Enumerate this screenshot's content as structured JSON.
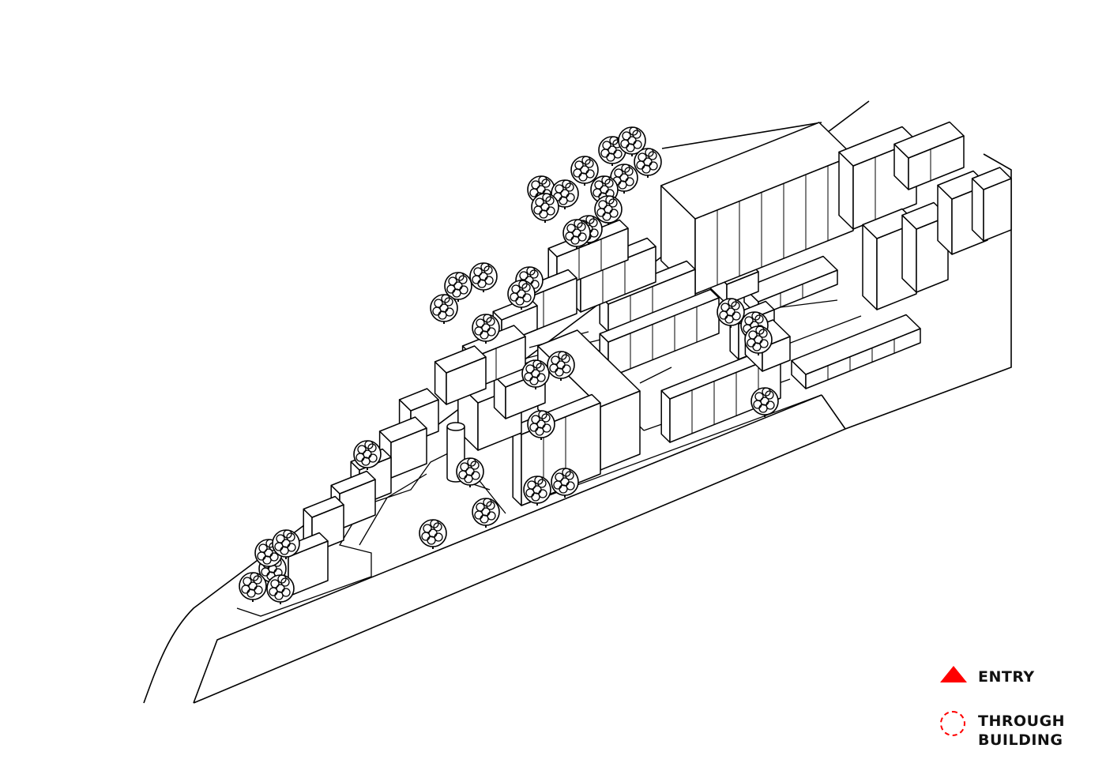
{
  "legend": {
    "entry_label": "ENTRY",
    "entry_icon": "red-triangle",
    "through_label_1": "THROUGH",
    "through_label_2": "BUILDING",
    "through_icon": "red-dashed-circle"
  },
  "colors": {
    "accent": "#ff0000",
    "line": "#000000",
    "background": "#ffffff"
  }
}
